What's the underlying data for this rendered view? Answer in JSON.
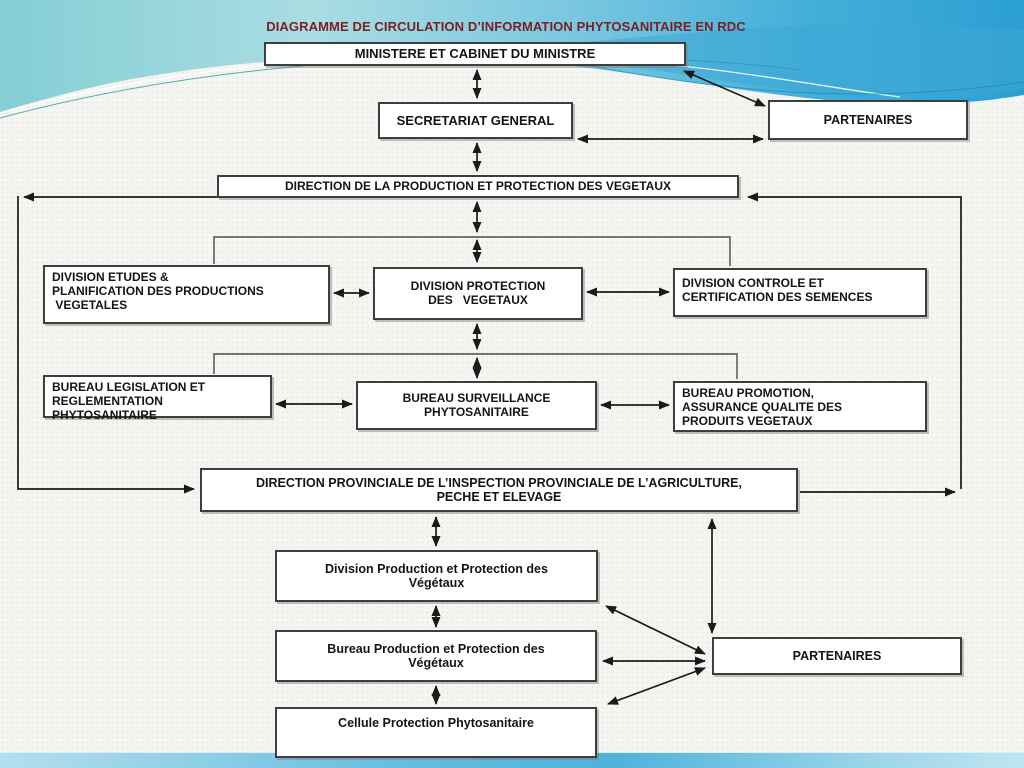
{
  "slide": {
    "title": "DIAGRAMME DE CIRCULATION D’INFORMATION PHYTOSANITAIRE EN RDC",
    "title_color": "#7a2125"
  },
  "colors": {
    "title_text": "#7a2125",
    "box_border": "#3e3e3e",
    "box_fill": "#ffffff",
    "arrow": "#1a1a1a",
    "banner_teal": "#84ced4",
    "banner_blue": "#2b9fd2",
    "bottom_bar_blue": "#4fb2da",
    "background": "#f5f5f2"
  },
  "diagram": {
    "nodes": {
      "ministere": {
        "label": "MINISTERE ET CABINET DU MINISTRE"
      },
      "secretariat": {
        "label": "SECRETARIAT GENERAL"
      },
      "partenaires_top": {
        "label": "PARTENAIRES"
      },
      "direction_centrale": {
        "label": "DIRECTION DE LA PRODUCTION ET PROTECTION DES VEGETAUX"
      },
      "division_etudes": {
        "label": "DIVISION ETUDES &\nPLANIFICATION DES PRODUCTIONS\n VEGETALES"
      },
      "division_protection": {
        "label": "DIVISION PROTECTION\nDES   VEGETAUX"
      },
      "division_controle": {
        "label": "DIVISION CONTROLE ET\nCERTIFICATION DES SEMENCES"
      },
      "bureau_legislation": {
        "label": "BUREAU LEGISLATION ET\nREGLEMENTATION\nPHYTOSANITAIRE"
      },
      "bureau_surveillance": {
        "label": "BUREAU SURVEILLANCE\nPHYTOSANITAIRE"
      },
      "bureau_promotion": {
        "label": "BUREAU PROMOTION,\nASSURANCE QUALITE DES\nPRODUITS VEGETAUX"
      },
      "direction_provinciale": {
        "label": "DIRECTION PROVINCIALE DE L’INSPECTION PROVINCIALE DE L’AGRICULTURE,\nPECHE ET ELEVAGE"
      },
      "division_production": {
        "label": "Division Production et Protection des\nVégétaux"
      },
      "bureau_production": {
        "label": "Bureau Production et Protection des\nVégétaux"
      },
      "cellule_protection": {
        "label": "Cellule Protection Phytosanitaire"
      },
      "partenaires_bottom": {
        "label": "PARTENAIRES"
      }
    },
    "edges": [
      {
        "from": "ministere",
        "to": "secretariat",
        "type": "bidirectional"
      },
      {
        "from": "ministere",
        "to": "partenaires_top",
        "type": "bidirectional"
      },
      {
        "from": "secretariat",
        "to": "partenaires_top",
        "type": "bidirectional"
      },
      {
        "from": "secretariat",
        "to": "direction_centrale",
        "type": "bidirectional"
      },
      {
        "from": "direction_centrale",
        "to": "divisions_row",
        "type": "bidirectional"
      },
      {
        "from": "division_etudes",
        "to": "division_protection",
        "type": "bidirectional"
      },
      {
        "from": "division_protection",
        "to": "division_controle",
        "type": "bidirectional"
      },
      {
        "from": "division_protection",
        "to": "bureaux_row",
        "type": "bidirectional"
      },
      {
        "from": "bureau_legislation",
        "to": "bureau_surveillance",
        "type": "bidirectional"
      },
      {
        "from": "bureau_surveillance",
        "to": "bureau_promotion",
        "type": "bidirectional"
      },
      {
        "from": "direction_centrale",
        "to": "direction_provinciale",
        "type": "loop-left-side"
      },
      {
        "from": "direction_provinciale",
        "to": "direction_centrale",
        "type": "loop-right-side"
      },
      {
        "from": "direction_provinciale",
        "to": "division_production",
        "type": "bidirectional"
      },
      {
        "from": "division_production",
        "to": "bureau_production",
        "type": "bidirectional"
      },
      {
        "from": "bureau_production",
        "to": "cellule_protection",
        "type": "bidirectional"
      },
      {
        "from": "direction_provinciale",
        "to": "partenaires_bottom",
        "type": "bidirectional"
      },
      {
        "from": "division_production",
        "to": "partenaires_bottom",
        "type": "bidirectional"
      },
      {
        "from": "bureau_production",
        "to": "partenaires_bottom",
        "type": "bidirectional"
      },
      {
        "from": "cellule_protection",
        "to": "partenaires_bottom",
        "type": "bidirectional"
      }
    ]
  }
}
